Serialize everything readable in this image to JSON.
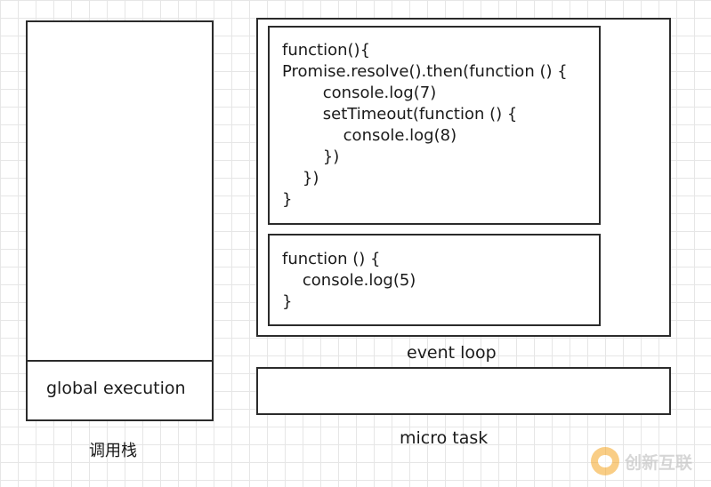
{
  "call_stack": {
    "bottom_frame": "global execution",
    "caption": "调用栈"
  },
  "event_loop": {
    "caption": "event loop",
    "tasks": [
      {
        "code": "function(){\nPromise.resolve().then(function () {\n        console.log(7)\n        setTimeout(function () {\n            console.log(8)\n        })\n    })\n}"
      },
      {
        "code": "function () {\n    console.log(5)\n}"
      }
    ]
  },
  "micro_task": {
    "caption": "micro task"
  },
  "watermark": {
    "text": "创新互联"
  },
  "colors": {
    "border": "#2b2b2b",
    "grid": "#e6e6e6",
    "watermark_logo": "#f5a623"
  },
  "icons": {
    "watermark_logo": "brand-logo-icon"
  }
}
